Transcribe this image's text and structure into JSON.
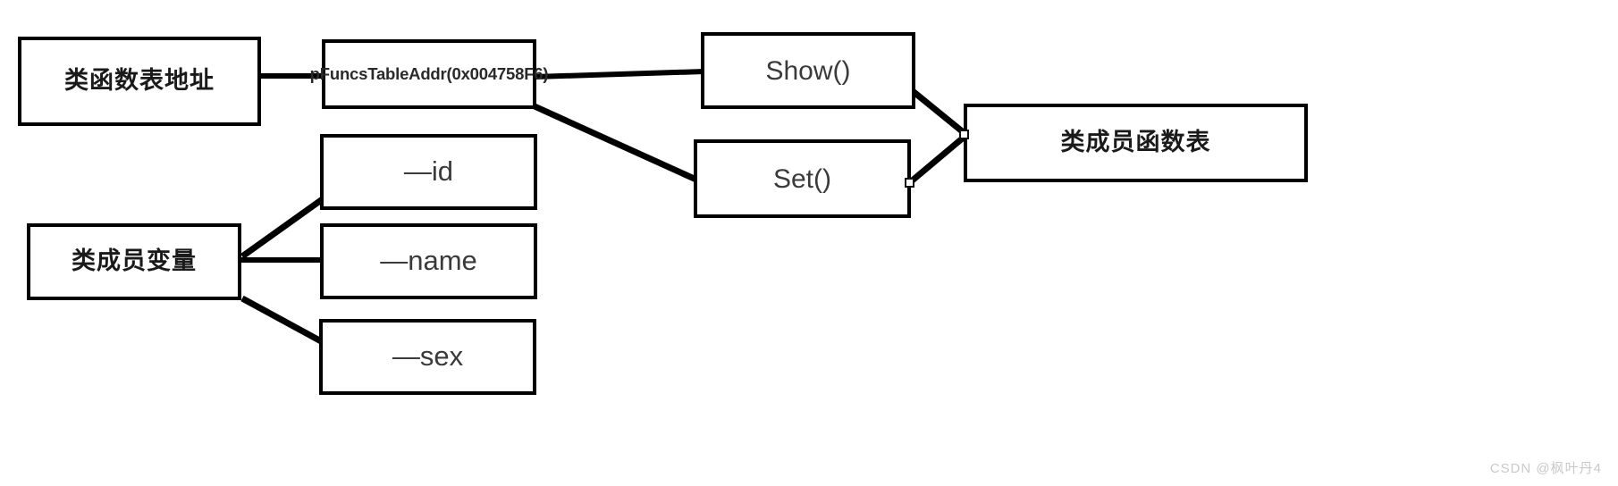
{
  "diagram": {
    "title": "C++ class object memory layout diagram",
    "background_color": "#ffffff",
    "stroke_color": "#000000",
    "text_color": "#2b2b2b",
    "nodes": [
      {
        "id": "class-func-table-addr",
        "label": "类函数表地址"
      },
      {
        "id": "pfuncs-table-addr",
        "label": "pFuncsTableAddr(0x004758F6)"
      },
      {
        "id": "show",
        "label": "Show()"
      },
      {
        "id": "set",
        "label": "Set()"
      },
      {
        "id": "class-member-funcs",
        "label": "类成员函数表"
      },
      {
        "id": "class-member-vars",
        "label": "类成员变量"
      },
      {
        "id": "member-id",
        "label": "—id"
      },
      {
        "id": "member-name",
        "label": "—name"
      },
      {
        "id": "member-sex",
        "label": "—sex"
      }
    ],
    "edges": [
      {
        "from": "class-func-table-addr",
        "to": "pfuncs-table-addr",
        "style": "straight"
      },
      {
        "from": "pfuncs-table-addr",
        "to": "show",
        "style": "straight"
      },
      {
        "from": "pfuncs-table-addr",
        "to": "set",
        "style": "diagonal"
      },
      {
        "from": "show",
        "to": "class-member-funcs",
        "style": "diagonal"
      },
      {
        "from": "set",
        "to": "class-member-funcs",
        "style": "diagonal"
      },
      {
        "from": "class-member-vars",
        "to": "member-id",
        "style": "diagonal"
      },
      {
        "from": "class-member-vars",
        "to": "member-name",
        "style": "straight"
      },
      {
        "from": "class-member-vars",
        "to": "member-sex",
        "style": "diagonal"
      }
    ]
  },
  "watermark": {
    "text": "CSDN @枫叶丹4"
  }
}
